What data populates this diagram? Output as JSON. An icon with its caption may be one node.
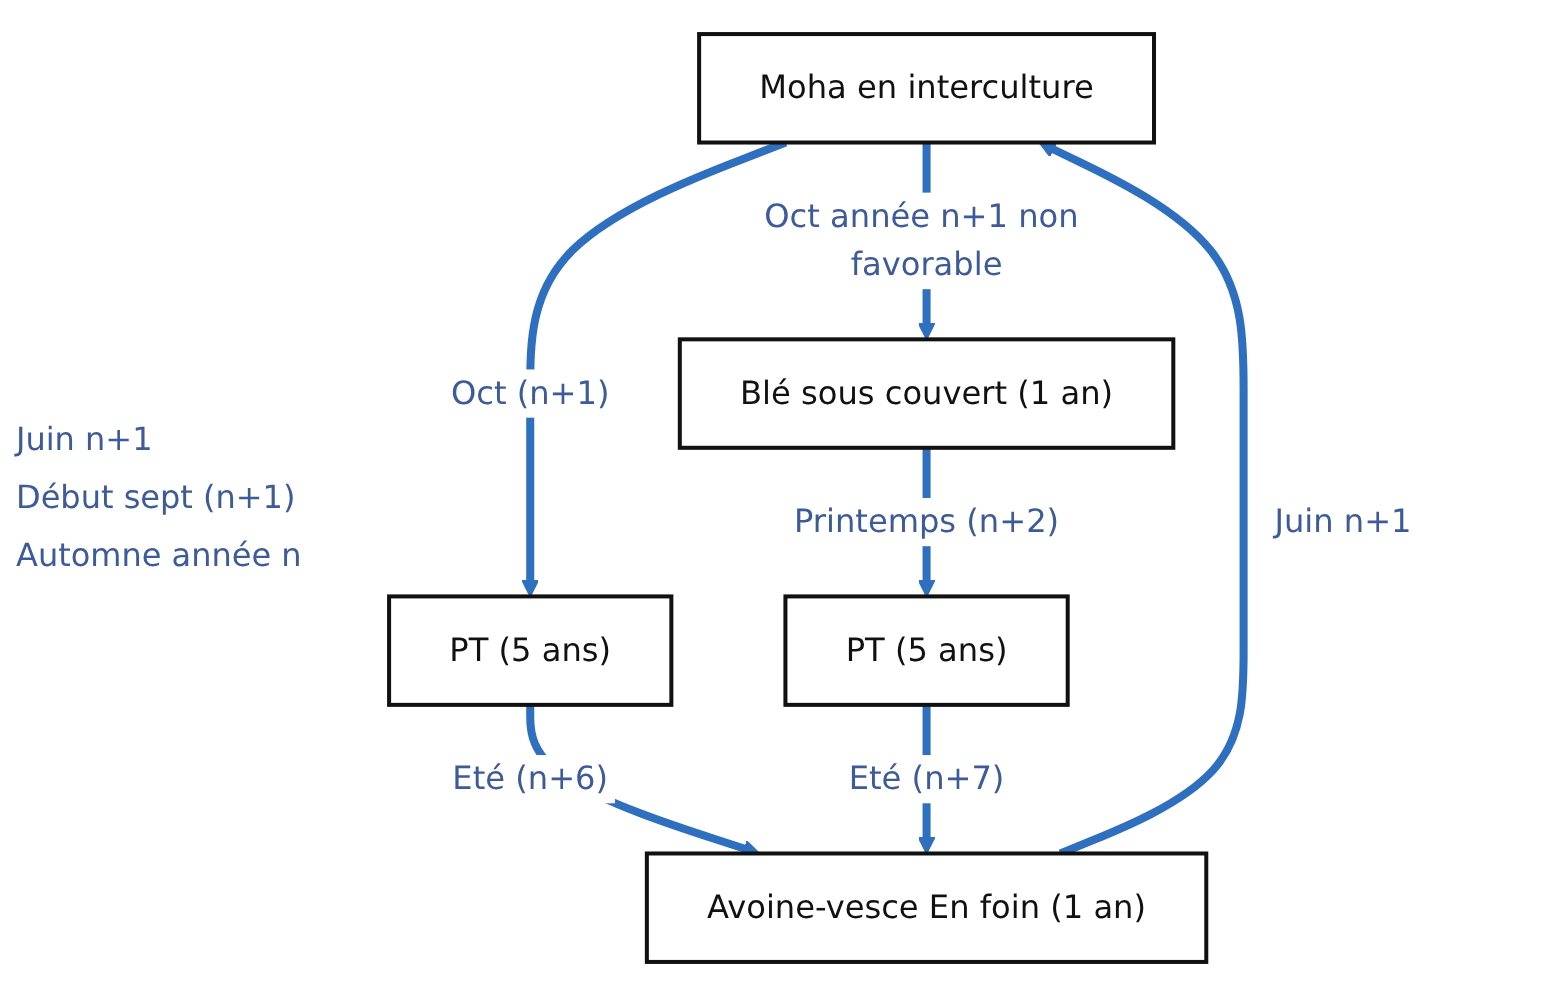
{
  "diagram": {
    "nodes": [
      {
        "text": [
          "Moha en interculture"
        ]
      },
      {
        "text": [
          "Blé sous couvert (1 an)"
        ]
      },
      {
        "text": [
          "PT (5 ans)"
        ]
      },
      {
        "text": [
          "PT (5 ans)"
        ]
      },
      {
        "text": [
          "Avoine-vesce En foin (1 an)"
        ]
      }
    ],
    "edges": [
      {
        "from": 0,
        "to": 1,
        "arrow": "to",
        "label": "Oct année n+1 non favorable"
      },
      {
        "from": 0,
        "to": 2,
        "arrow": "to",
        "label": "Oct (n+1)"
      },
      {
        "from": 1,
        "to": 3,
        "arrow": "to",
        "label": "Printemps (n+2)"
      },
      {
        "from": 2,
        "to": 4,
        "arrow": "to",
        "label": "Eté (n+6)"
      },
      {
        "from": 3,
        "to": 4,
        "arrow": "to",
        "label": "Eté (n+7)"
      },
      {
        "from": 4,
        "to": 0,
        "arrow": "to",
        "label": "Juin n+1"
      }
    ],
    "labels": [
      "Juin n+1",
      "Début sept (n+1)",
      "Automne année n"
    ]
  }
}
